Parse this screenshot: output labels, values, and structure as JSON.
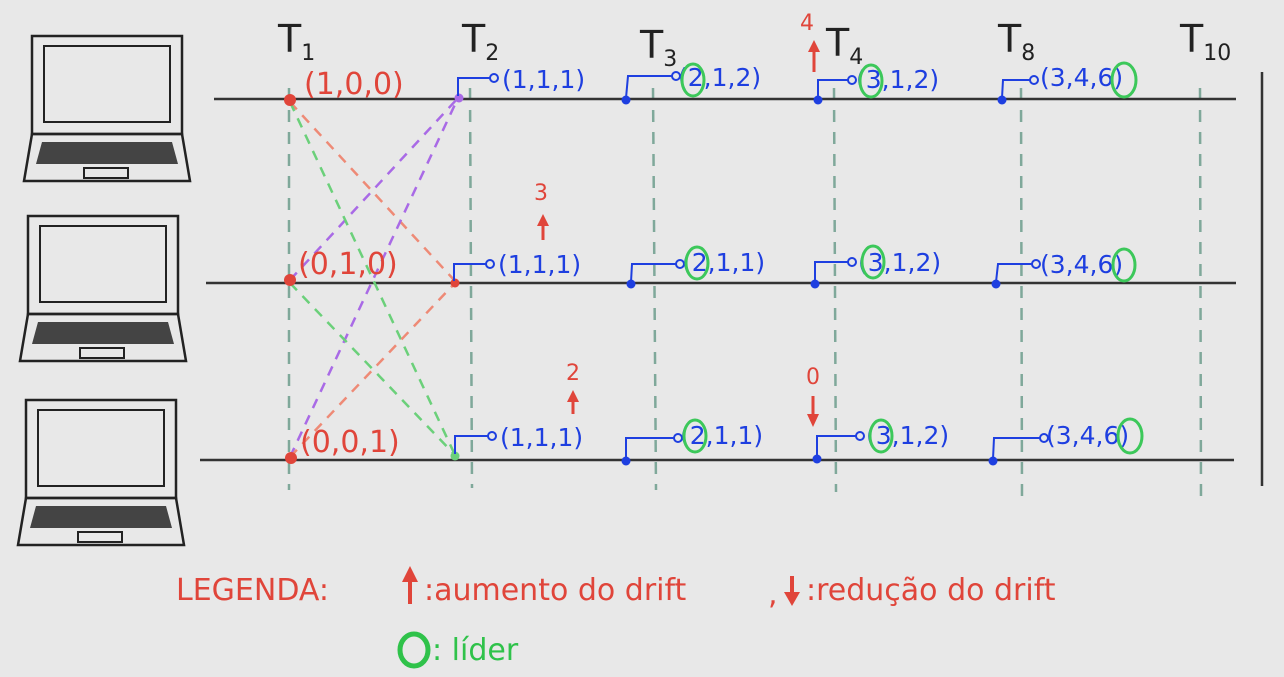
{
  "colors": {
    "background": "#e8e8e8",
    "timeline": "#333333",
    "initial_clock": "#e0453a",
    "vector": "#1e3fe0",
    "leader": "#3cc85a",
    "drift": "#e0453a",
    "dashed_time": "#7fa89a",
    "msg_red": "#ee8a76",
    "msg_purple": "#a96ae6",
    "msg_green": "#6bd07a"
  },
  "icons": [
    "laptop-icon",
    "laptop-icon",
    "laptop-icon"
  ],
  "time_labels": [
    {
      "main": "T",
      "sub": "1"
    },
    {
      "main": "T",
      "sub": "2"
    },
    {
      "main": "T",
      "sub": "3"
    },
    {
      "main": "T",
      "sub": "4"
    },
    {
      "main": "T",
      "sub": "8"
    },
    {
      "main": "T",
      "sub": "10"
    }
  ],
  "rows": [
    {
      "initial": "(1,0,0)",
      "vectors": [
        {
          "pre": "(1,1,1)",
          "leader": "",
          "post": ""
        },
        {
          "pre": "(",
          "leader": "2",
          "post": ",1,2)"
        },
        {
          "pre": "(",
          "leader": "3",
          "post": ",1,2)"
        },
        {
          "pre": "(3,4,",
          "leader": "6",
          "post": ")"
        }
      ]
    },
    {
      "initial": "(0,1,0)",
      "vectors": [
        {
          "pre": "(1,1,1)",
          "leader": "",
          "post": ""
        },
        {
          "pre": "(",
          "leader": "2",
          "post": ",1,1)"
        },
        {
          "pre": "(",
          "leader": "3",
          "post": ",1,2)"
        },
        {
          "pre": "(3,4,",
          "leader": "6",
          "post": ")"
        }
      ]
    },
    {
      "initial": "(0,0,1)",
      "vectors": [
        {
          "pre": "(1,1,1)",
          "leader": "",
          "post": ""
        },
        {
          "pre": "(",
          "leader": "2",
          "post": ",1,1)"
        },
        {
          "pre": "(",
          "leader": "3",
          "post": ",1,2)"
        },
        {
          "pre": "(3,4,",
          "leader": "6",
          "post": ")"
        }
      ]
    }
  ],
  "drifts": [
    {
      "value": "4",
      "direction": "up"
    },
    {
      "value": "3",
      "direction": "up"
    },
    {
      "value": "2",
      "direction": "up"
    },
    {
      "value": "0",
      "direction": "down"
    }
  ],
  "legend": {
    "title": "LEGENDA:",
    "increase": ":aumento do drift",
    "separator": ",",
    "decrease": ":redução do drift",
    "leader": ": líder"
  }
}
